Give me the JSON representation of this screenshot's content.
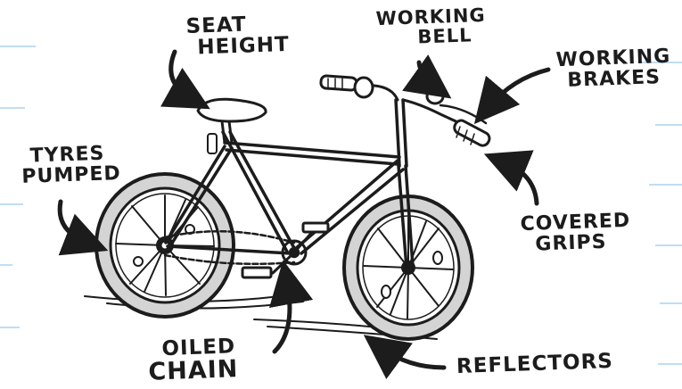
{
  "labels": {
    "seat_height": [
      "SEAT",
      "HEIGHT"
    ],
    "working_bell": [
      "WORKING",
      "BELL"
    ],
    "working_brakes": [
      "WORKING",
      "BRAKES"
    ],
    "tyres_pumped": [
      "TYRES",
      "PUMPED"
    ],
    "covered_grips": [
      "COVERED",
      "GRIPS"
    ],
    "oiled_chain": [
      "OILED",
      "CHAIN"
    ],
    "reflectors": "REFLECTORS"
  },
  "colors": {
    "ink": "#1c1c1c",
    "paper": "#ffffff",
    "rule_lines": "#8fc3ea",
    "tyre_fill": "#d4d4d4"
  },
  "icons": [
    "bicycle-illustration",
    "arrow-icon"
  ]
}
